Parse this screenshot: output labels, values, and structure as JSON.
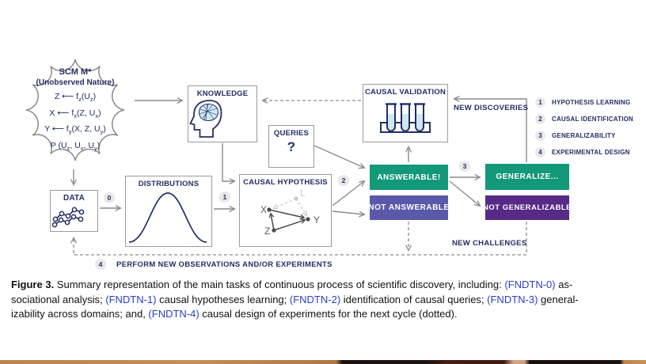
{
  "figure": {
    "cloud": {
      "title": "SCM M*",
      "subtitle": "(Unobserved Nature)",
      "equations": [
        "Z ⟵ f<sub>z</sub>(U<sub>z</sub>)",
        "X ⟵ f<sub>x</sub>(Z, U<sub>x</sub>)",
        "Y ⟵ f<sub>y</sub>(X, Z, U<sub>y</sub>)",
        "P (U<sub>z</sub>, U<sub>x</sub>, U<sub>y</sub>)"
      ]
    },
    "boxes": {
      "knowledge": {
        "label": "KNOWLEDGE"
      },
      "queries": {
        "label": "QUERIES",
        "symbol": "?"
      },
      "causal_validation": {
        "label": "CAUSAL VALIDATION"
      },
      "data": {
        "label": "DATA"
      },
      "distributions": {
        "label": "DISTRIBUTIONS"
      },
      "causal_hypothesis": {
        "label": "CAUSAL HYPOTHESIS",
        "nodes": {
          "x": "X",
          "y": "Y",
          "z": "Z",
          "l": "L"
        }
      },
      "answerable": {
        "label": "ANSWERABLE!"
      },
      "not_answerable": {
        "label": "NOT ANSWERABLE"
      },
      "generalize": {
        "label": "GENERALIZE..."
      },
      "not_generalizable": {
        "label": "NOT GENERALIZABLE"
      }
    },
    "flow_labels": {
      "new_discoveries": "NEW DISCOVERIES",
      "new_challenges": "NEW CHALLENGES",
      "step4_text": "PERFORM NEW OBSERVATIONS AND/OR EXPERIMENTS"
    },
    "steps": {
      "s0": "0",
      "s1": "1",
      "s2": "2",
      "s3": "3",
      "s4": "4"
    },
    "legend": [
      {
        "num": "1",
        "label": "HYPOTHESIS LEARNING"
      },
      {
        "num": "2",
        "label": "CAUSAL IDENTIFICATION"
      },
      {
        "num": "3",
        "label": "GENERALIZABILITY"
      },
      {
        "num": "4",
        "label": "EXPERIMENTAL DESIGN"
      }
    ]
  },
  "colors": {
    "navy_text": "#232e63",
    "green_box": "#13987a",
    "purple_blue_box": "#5a58a9",
    "purple_box": "#562a87",
    "line_gray": "#8c8c8c",
    "caption_link_blue": "#2b3ec8"
  },
  "caption": {
    "lines": [
      [
        {
          "t": "Figure 3.",
          "c": "b"
        },
        {
          "t": " Summary representation of the main tasks of continuous process of scientific discovery, including: ",
          "c": ""
        },
        {
          "t": "(FNDTN-0)",
          "c": "l"
        },
        {
          "t": " as-",
          "c": ""
        }
      ],
      [
        {
          "t": "sociational analysis; ",
          "c": ""
        },
        {
          "t": "(FNDTN-1)",
          "c": "l"
        },
        {
          "t": " causal hypotheses learning; ",
          "c": ""
        },
        {
          "t": "(FNDTN-2)",
          "c": "l"
        },
        {
          "t": " identification of causal queries; ",
          "c": ""
        },
        {
          "t": "(FNDTN-3)",
          "c": "l"
        },
        {
          "t": " general-",
          "c": ""
        }
      ],
      [
        {
          "t": "izability across domains; and, ",
          "c": ""
        },
        {
          "t": "(FNDTN-4)",
          "c": "l"
        },
        {
          "t": " causal design of experiments for the next cycle (dotted).",
          "c": ""
        }
      ]
    ]
  }
}
